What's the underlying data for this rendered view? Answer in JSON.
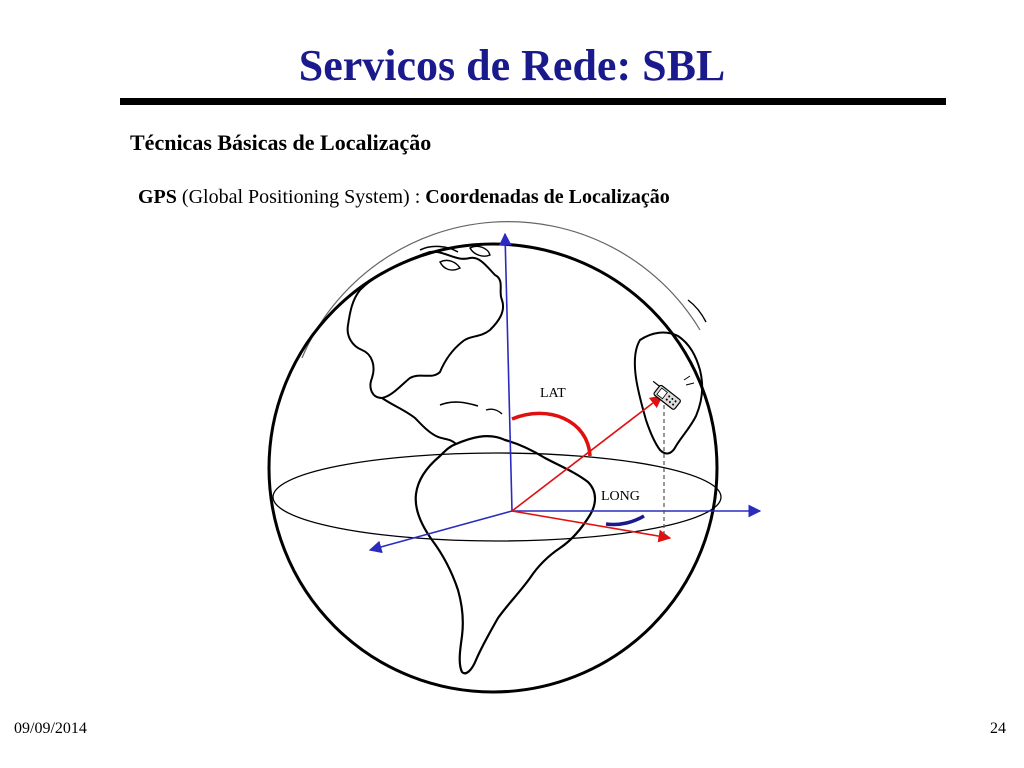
{
  "slide": {
    "title": "Servicos de Rede: SBL",
    "subtitle": "Técnicas Básicas de Localização",
    "gps_prefix": "GPS",
    "gps_open": " (",
    "gps_middle": "Global Positioning System) : ",
    "gps_suffix": "Coordenadas de Localização",
    "date": "09/09/2014",
    "page_number": "24"
  },
  "diagram": {
    "lat_label": "LAT",
    "long_label": "LONG",
    "colors": {
      "axes": "#2b2bbf",
      "vector": "#e01010",
      "lat_arc": "#e01010",
      "long_arc": "#1a1a8c",
      "outline": "#000000"
    },
    "icons": [
      "globe-icon",
      "mobile-phone-icon"
    ]
  }
}
